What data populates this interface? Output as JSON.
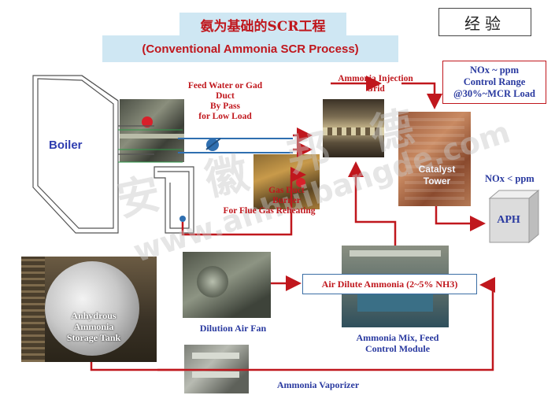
{
  "title_cn": "氨为基础的SCR工程",
  "title_en": "(Conventional Ammonia SCR Process)",
  "badge": "经验",
  "labels": {
    "boiler": "Boiler",
    "feed_water": [
      "Feed Water or Gad",
      "Duct",
      "By Pass",
      "for Low Load"
    ],
    "gas_duct_burner": [
      "Gas Duct",
      "Burner",
      "For Flue Gas Reheating"
    ],
    "ammonia_injection": [
      "Ammonia Injection",
      "Grid"
    ],
    "nox_control": [
      "NOx ~  ppm",
      "Control Range",
      "@30%~MCR Load"
    ],
    "catalyst": [
      "Catalyst",
      "Tower"
    ],
    "nox_out": "NOx < ppm",
    "aph": "APH",
    "storage_tank": [
      "Anhydrous",
      "Ammonia",
      "Storage Tank"
    ],
    "dilution_fan": "Dilution Air  Fan",
    "air_dilute": "Air Dilute Ammonia (2~5% NH3)",
    "mix_module": [
      "Ammonia  Mix, Feed",
      "Control  Module"
    ],
    "vaporizer": "Ammonia Vaporizer"
  },
  "watermark": {
    "cn": [
      "安",
      "徽",
      "邦",
      "德"
    ],
    "url": "www.anhuibangde.com"
  },
  "colors": {
    "flow_red": "#c0171d",
    "duct_blue": "#2f6fb0",
    "title_bg": "#cfe7f3",
    "label_blue": "#2a3aa0"
  }
}
